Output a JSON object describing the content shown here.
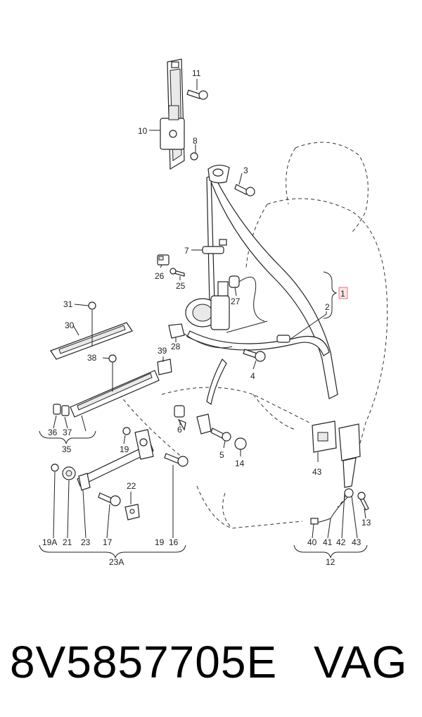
{
  "diagram": {
    "callouts": {
      "c1": "1",
      "c2": "2",
      "c3": "3",
      "c4": "4",
      "c5": "5",
      "c6": "6",
      "c7": "7",
      "c8": "8",
      "c10": "10",
      "c11": "11",
      "c12": "12",
      "c13": "13",
      "c14": "14",
      "c16": "16",
      "c17": "17",
      "c19": "19",
      "c19b": "19",
      "c19a": "19A",
      "c21": "21",
      "c22": "22",
      "c23": "23",
      "c23a": "23A",
      "c25": "25",
      "c26": "26",
      "c27": "27",
      "c28": "28",
      "c30": "30",
      "c31": "31",
      "c35": "35",
      "c36": "36",
      "c37": "37",
      "c38": "38",
      "c39": "39",
      "c40": "40",
      "c41": "41",
      "c42": "42",
      "c43a": "43",
      "c43b": "43"
    }
  },
  "caption": {
    "part_number": "8V5857705E",
    "brand": "VAG"
  }
}
